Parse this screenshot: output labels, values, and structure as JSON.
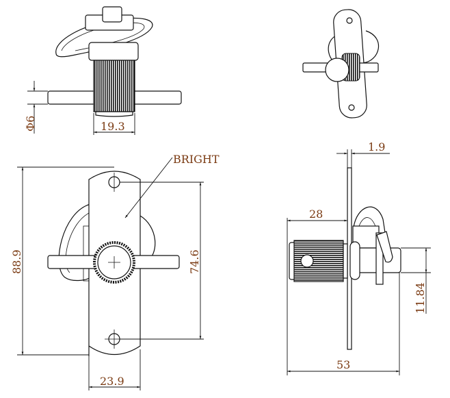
{
  "drawing": {
    "callout": "BRIGHT",
    "dimensions": {
      "pin_diameter": "Φ6",
      "knob_width": "19.3",
      "plate_height": "88.9",
      "hole_spacing": "74.6",
      "plate_width": "23.9",
      "plate_thickness": "1.9",
      "knob_depth": "28",
      "pin_height": "11.84",
      "overall_length": "53"
    },
    "colors": {
      "label": "#7a3a12",
      "line": "#111111"
    }
  }
}
